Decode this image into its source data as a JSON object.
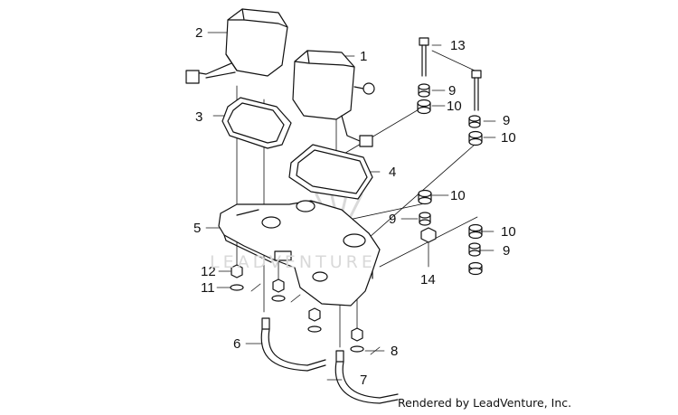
{
  "diagram": {
    "callouts": [
      "1",
      "2",
      "3",
      "4",
      "5",
      "6",
      "7",
      "8",
      "9",
      "10",
      "11",
      "12",
      "13",
      "14"
    ],
    "watermark": "LEADVENTURE",
    "credit": "Rendered by LeadVenture, Inc."
  },
  "colors": {
    "line": "#111111",
    "fill": "#ffffff",
    "watermark": "#d9d9d9"
  }
}
